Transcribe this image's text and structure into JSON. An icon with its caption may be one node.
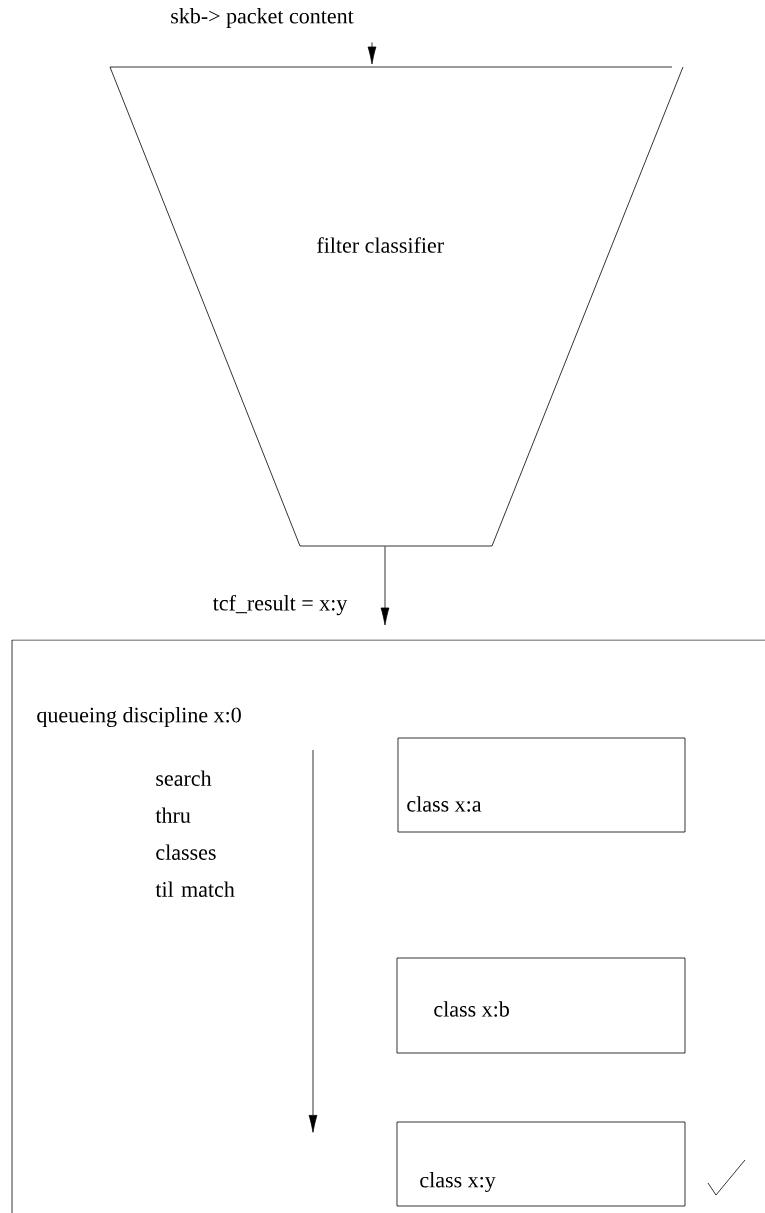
{
  "diagram": {
    "nodes": [
      {
        "text": [
          "skb-> packet content"
        ]
      },
      {
        "text": [
          "filter classifier"
        ]
      },
      {
        "text": [
          "queueing discipline x:0"
        ]
      },
      {
        "text": [
          "class x:a"
        ],
        "in": 2
      },
      {
        "text": [
          "class x:b"
        ],
        "in": 2
      },
      {
        "text": [
          "class x:y"
        ],
        "in": 2
      }
    ],
    "edges": [
      {
        "from": 0,
        "to": 1,
        "arrow": "to"
      },
      {
        "from": 1,
        "to": 2,
        "arrow": "to",
        "label": "tcf_result = x:y"
      }
    ],
    "labels": [
      "search thru classes til match"
    ]
  }
}
